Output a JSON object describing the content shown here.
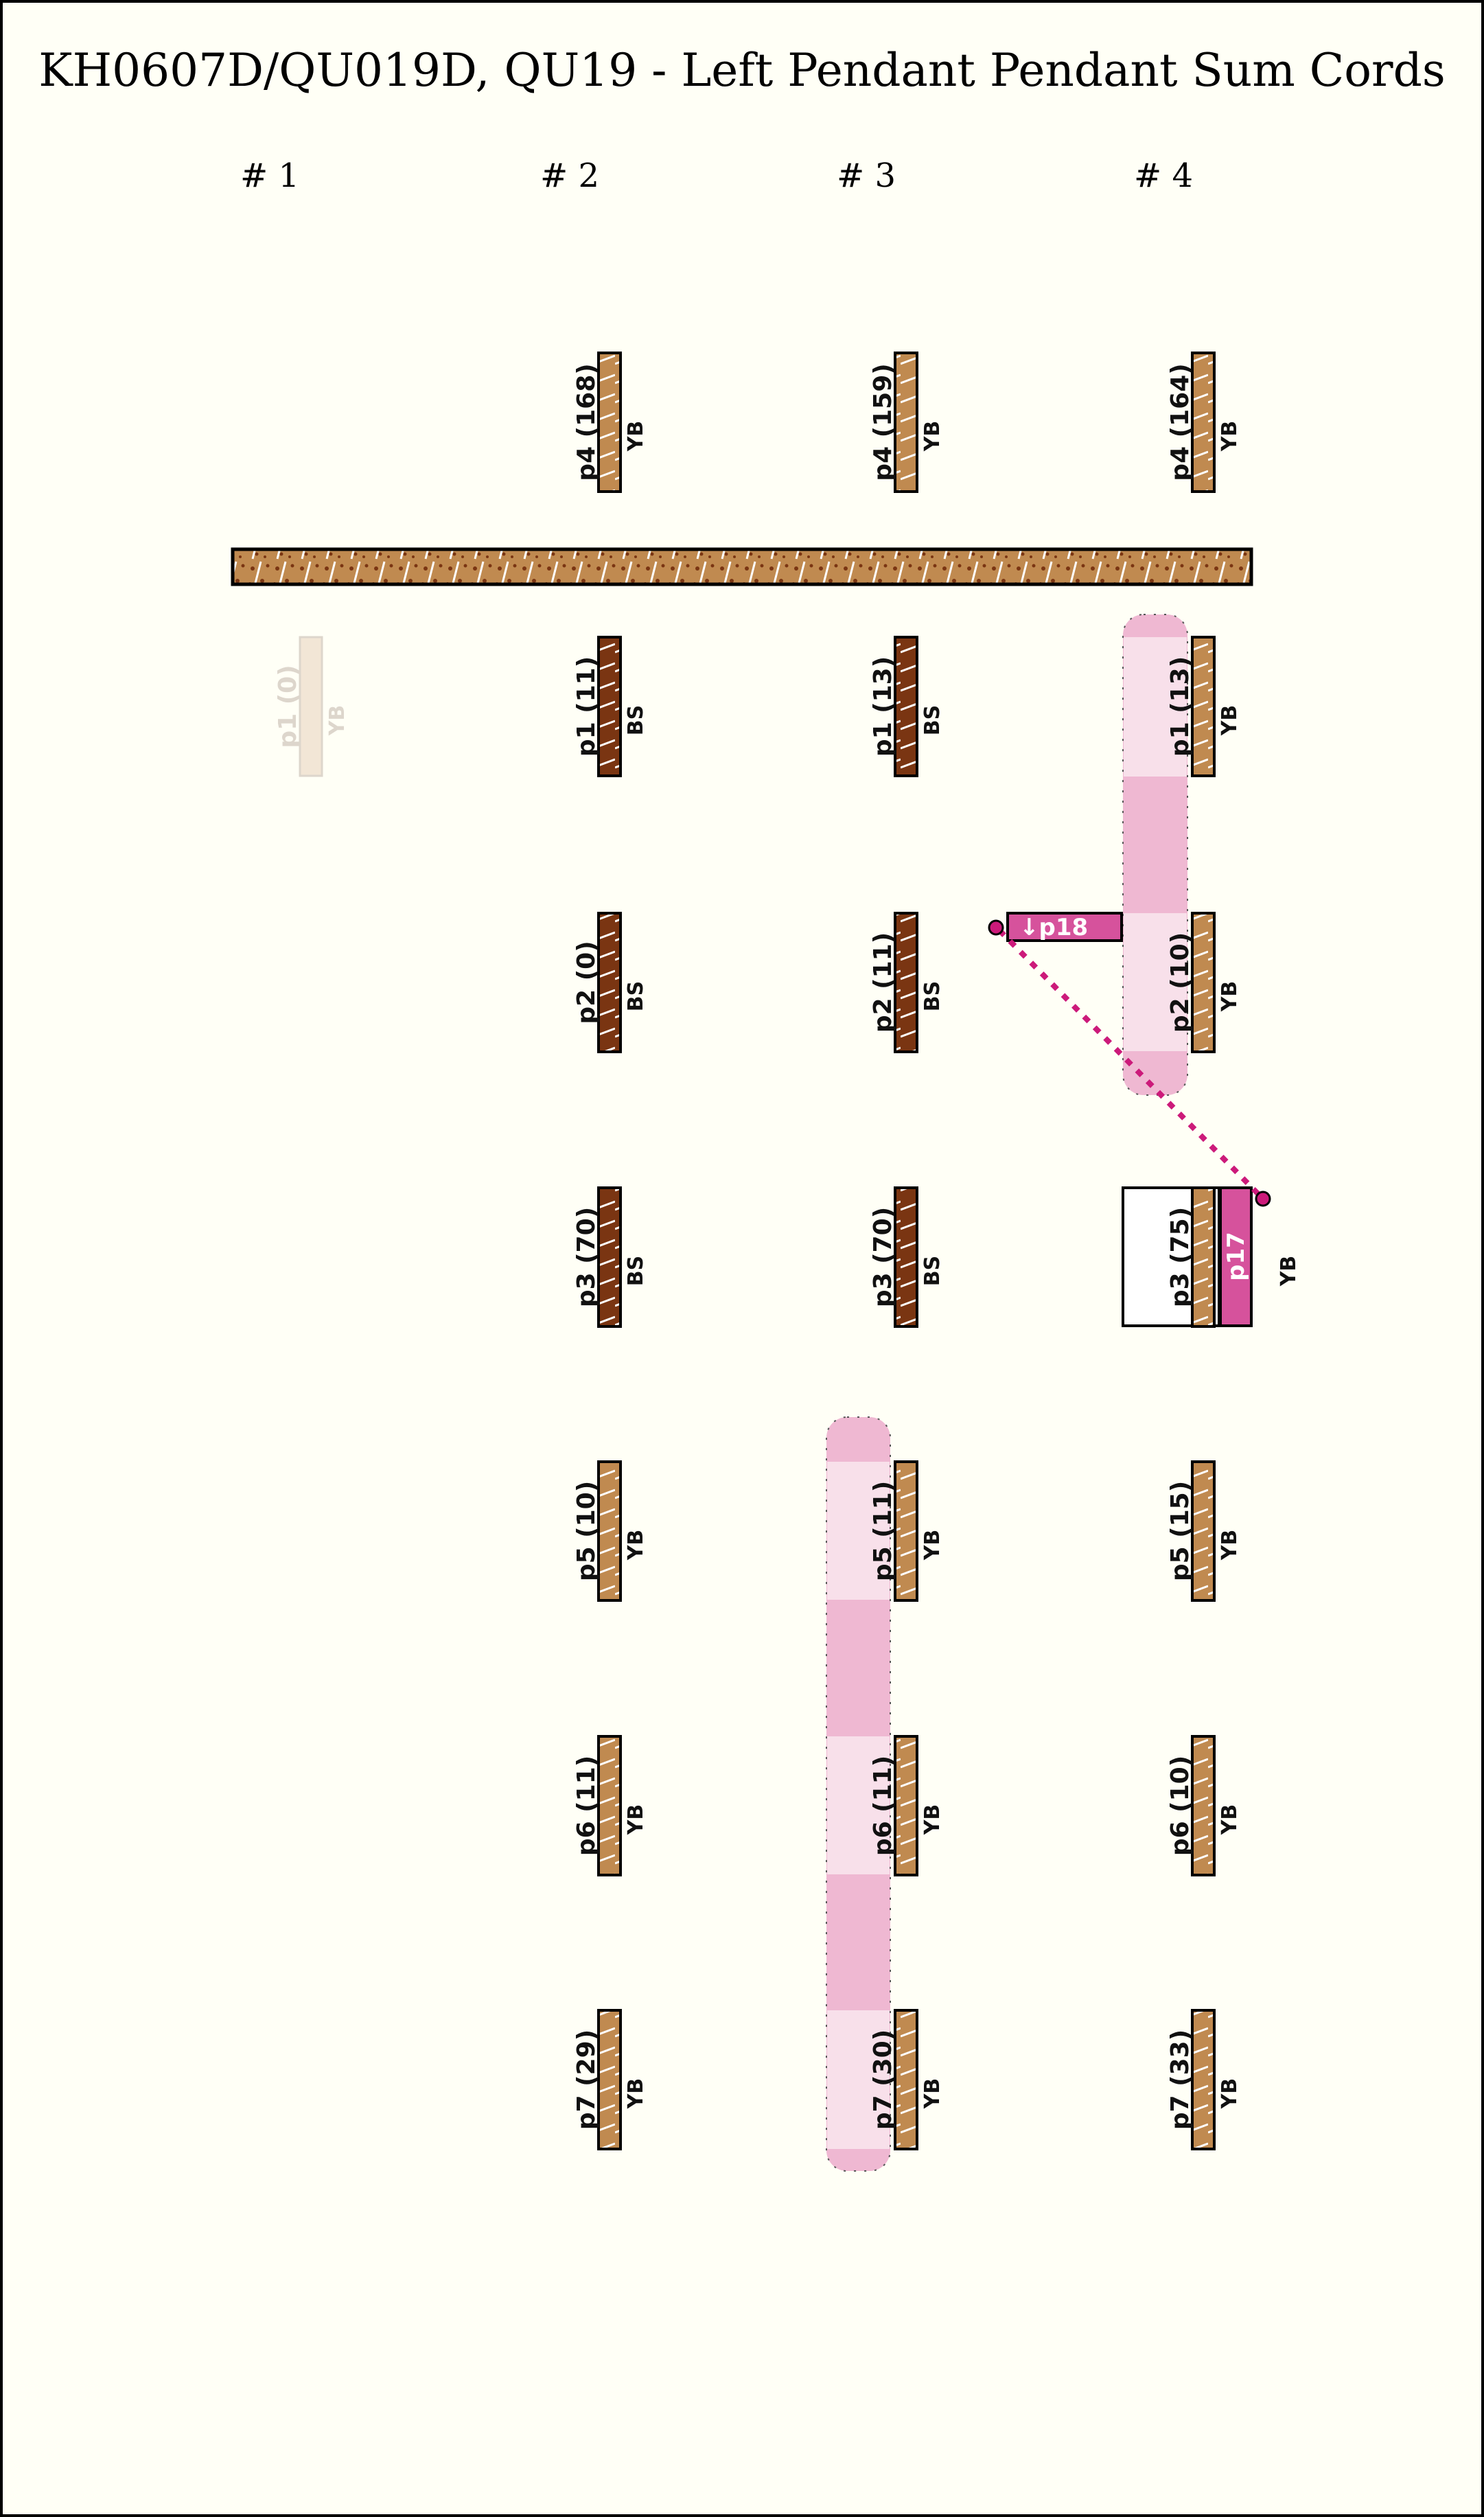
{
  "title": "KH0607D/QU019D, QU19 - Left Pendant Pendant Sum Cords",
  "columns": [
    "# 1",
    "# 2",
    "# 3",
    "# 4"
  ],
  "colors": {
    "YB": "#c08a50",
    "BS": "#7a3512",
    "pink": "#d6529c",
    "pink_light": "#f8e0ea",
    "pink_dark": "#efb8d2",
    "background": "#fffff6"
  },
  "cords": [
    {
      "col": 1,
      "row": "p4",
      "label": "p4 (168)",
      "color": "YB"
    },
    {
      "col": 2,
      "row": "p4",
      "label": "p4 (159)",
      "color": "YB"
    },
    {
      "col": 3,
      "row": "p4",
      "label": "p4 (164)",
      "color": "YB"
    },
    {
      "col": 0,
      "row": "p1",
      "label": "p1 (0)",
      "color": "YB",
      "faded": true
    },
    {
      "col": 1,
      "row": "p1",
      "label": "p1 (11)",
      "color": "BS"
    },
    {
      "col": 2,
      "row": "p1",
      "label": "p1 (13)",
      "color": "BS"
    },
    {
      "col": 3,
      "row": "p1",
      "label": "p1 (13)",
      "color": "YB"
    },
    {
      "col": 1,
      "row": "p2",
      "label": "p2 (0)",
      "color": "BS"
    },
    {
      "col": 2,
      "row": "p2",
      "label": "p2 (11)",
      "color": "BS"
    },
    {
      "col": 3,
      "row": "p2",
      "label": "p2 (10)",
      "color": "YB"
    },
    {
      "col": 1,
      "row": "p3",
      "label": "p3 (70)",
      "color": "BS"
    },
    {
      "col": 2,
      "row": "p3",
      "label": "p3 (70)",
      "color": "BS"
    },
    {
      "col": 3,
      "row": "p3",
      "label": "p3 (75)",
      "color": "YB"
    },
    {
      "col": 1,
      "row": "p5",
      "label": "p5 (10)",
      "color": "YB"
    },
    {
      "col": 2,
      "row": "p5",
      "label": "p5 (11)",
      "color": "YB"
    },
    {
      "col": 3,
      "row": "p5",
      "label": "p5 (15)",
      "color": "YB"
    },
    {
      "col": 1,
      "row": "p6",
      "label": "p6 (11)",
      "color": "YB"
    },
    {
      "col": 2,
      "row": "p6",
      "label": "p6 (11)",
      "color": "YB"
    },
    {
      "col": 3,
      "row": "p6",
      "label": "p6 (10)",
      "color": "YB"
    },
    {
      "col": 1,
      "row": "p7",
      "label": "p7 (29)",
      "color": "YB"
    },
    {
      "col": 2,
      "row": "p7",
      "label": "p7 (30)",
      "color": "YB"
    },
    {
      "col": 3,
      "row": "p7",
      "label": "p7 (33)",
      "color": "YB"
    }
  ],
  "sum_links": {
    "source_tag": "↓p18",
    "target_tag": "p17"
  }
}
